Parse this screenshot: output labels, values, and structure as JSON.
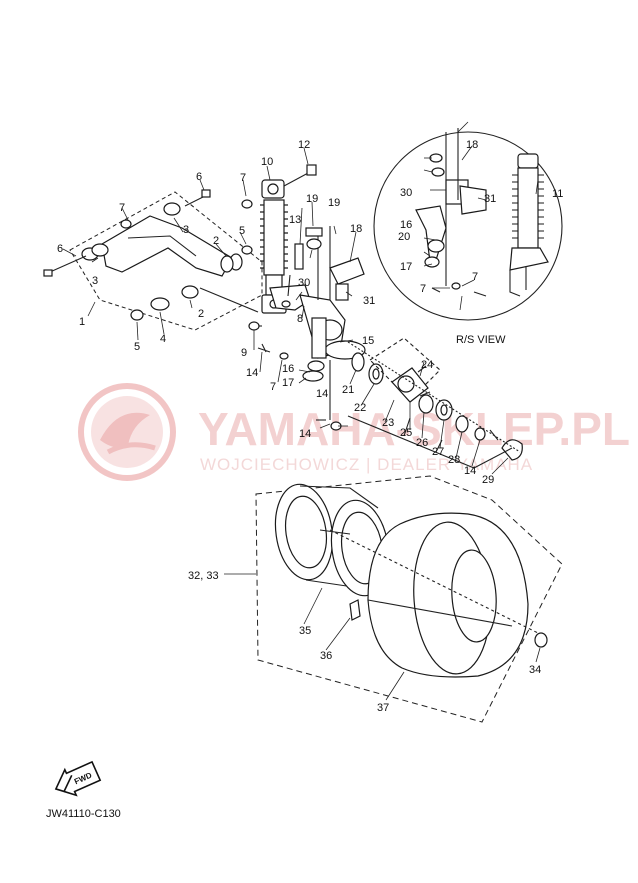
{
  "diagram": {
    "callouts": [
      "1",
      "2",
      "2",
      "3",
      "3",
      "4",
      "5",
      "5",
      "6",
      "6",
      "7",
      "7",
      "7",
      "7",
      "7",
      "8",
      "9",
      "10",
      "11",
      "12",
      "13",
      "14",
      "14",
      "14",
      "14",
      "15",
      "16",
      "16",
      "17",
      "17",
      "18",
      "18",
      "19",
      "19",
      "20",
      "21",
      "22",
      "23",
      "24",
      "25",
      "26",
      "27",
      "28",
      "29",
      "30",
      "30",
      "31",
      "31",
      "32, 33",
      "34",
      "35",
      "36",
      "37"
    ],
    "inset_caption": "R/S VIEW",
    "fwd_label": "FWD",
    "figure_code": "JW41110-C130"
  },
  "watermark": {
    "brand": "YAMAHA-SKLEP.PL",
    "tagline": "WOJCIECHOWICZ | DEALER YAMAHA",
    "color": "#e8a0a0"
  }
}
